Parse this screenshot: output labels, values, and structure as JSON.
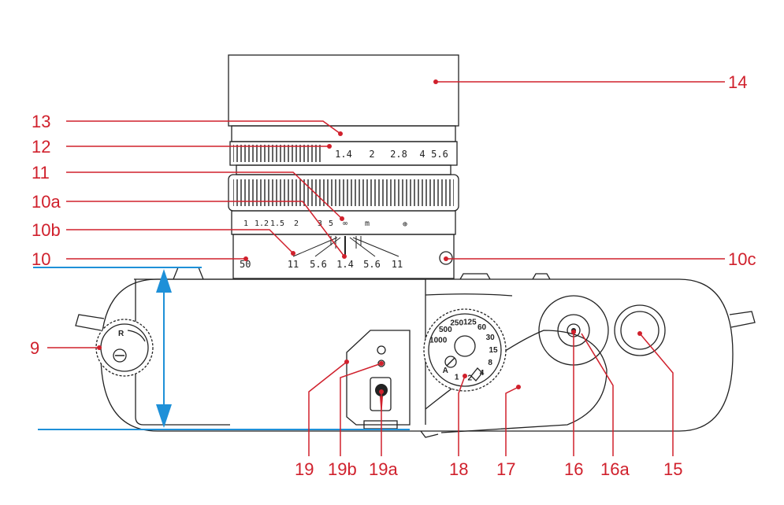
{
  "colors": {
    "callout": "#d0202c",
    "dimension": "#1e90d8",
    "outline": "#222222",
    "background": "#ffffff"
  },
  "callouts": {
    "c14": "14",
    "c13": "13",
    "c12": "12",
    "c11": "11",
    "c10a": "10a",
    "c10b": "10b",
    "c10": "10",
    "c10c": "10c",
    "c9": "9",
    "c19": "19",
    "c19b": "19b",
    "c19a": "19a",
    "c18": "18",
    "c17": "17",
    "c16": "16",
    "c16a": "16a",
    "c15": "15"
  },
  "lens": {
    "aperture_scale": [
      "1.4",
      "2",
      "2.8",
      "4",
      "5.6"
    ],
    "distance_scale": [
      "1",
      "1.2",
      "1.5",
      "2",
      "3",
      "5",
      "∞",
      "m",
      "⊕"
    ],
    "dof_scale": [
      "11",
      "5.6",
      "1.4",
      "5.6",
      "11"
    ],
    "frame_size": "50"
  },
  "shutter_dial": [
    "1000",
    "500",
    "250",
    "125",
    "60",
    "30",
    "15",
    "8",
    "4",
    "2",
    "1",
    "A"
  ],
  "rewind_knob": {
    "label": "R"
  }
}
